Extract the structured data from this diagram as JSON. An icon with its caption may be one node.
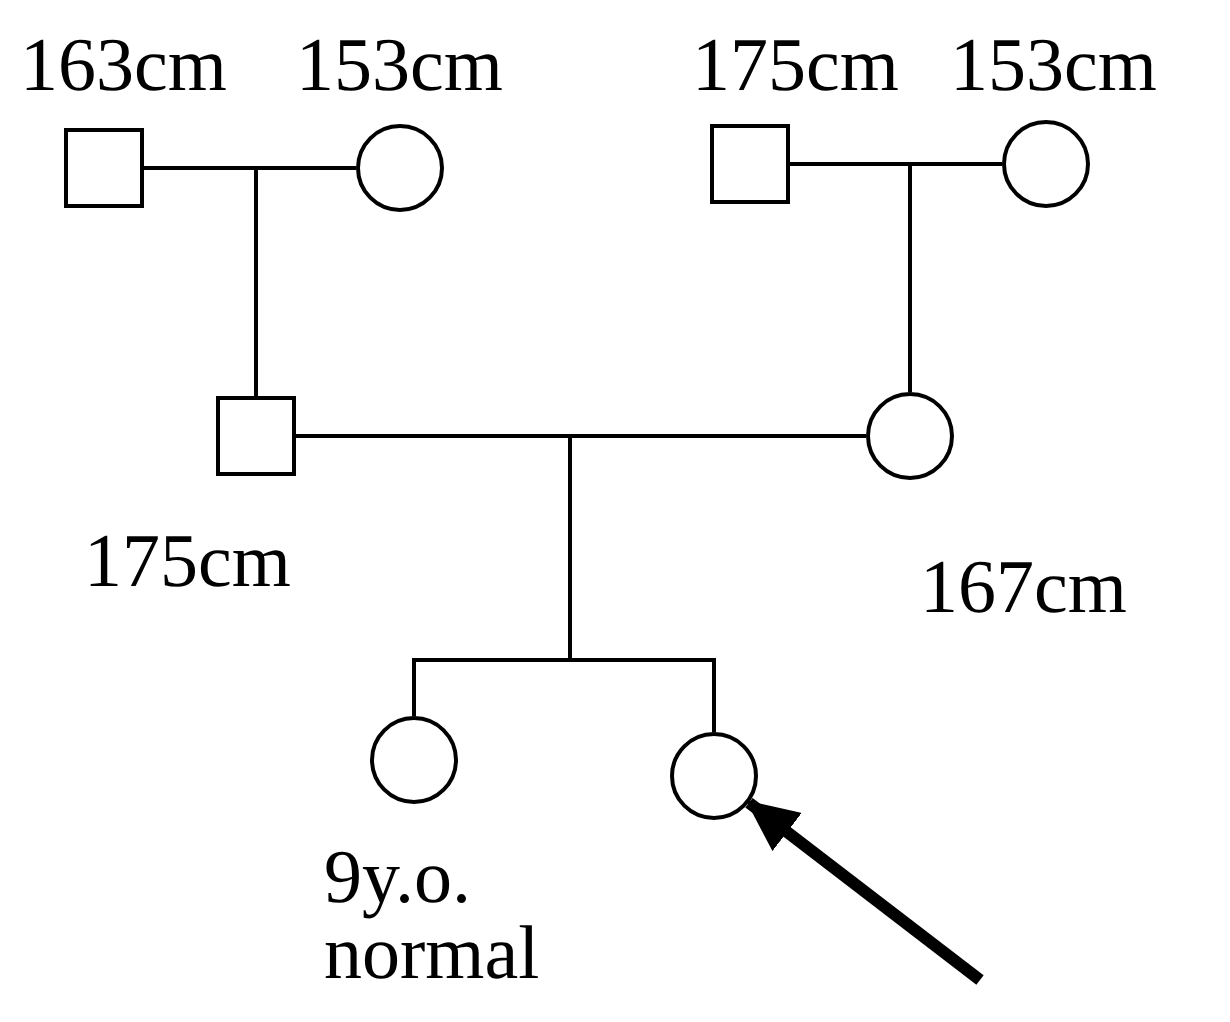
{
  "diagram": {
    "nodes": [
      {
        "text": [],
        "shape": "box",
        "beside": [
          "163cm"
        ]
      },
      {
        "text": [],
        "shape": "circle",
        "beside": [
          "153cm"
        ]
      },
      {
        "text": [],
        "shape": "box",
        "beside": [
          "175cm"
        ]
      },
      {
        "text": [],
        "shape": "circle",
        "beside": [
          "153cm"
        ]
      },
      {
        "text": [],
        "shape": "box",
        "beside": [
          "175cm"
        ]
      },
      {
        "text": [],
        "shape": "circle",
        "beside": [
          "167cm"
        ]
      },
      {
        "text": [],
        "shape": "circle",
        "beside": [
          "9y.o. normal"
        ]
      },
      {
        "text": [],
        "shape": "circle"
      }
    ],
    "edges": [
      {
        "from": 0,
        "to": 1,
        "arrow": "none"
      },
      {
        "from": 0,
        "to": 4,
        "arrow": "none"
      },
      {
        "from": 1,
        "to": 4,
        "arrow": "none"
      },
      {
        "from": 2,
        "to": 3,
        "arrow": "none"
      },
      {
        "from": 2,
        "to": 5,
        "arrow": "none"
      },
      {
        "from": 3,
        "to": 5,
        "arrow": "none"
      },
      {
        "from": 4,
        "to": 5,
        "arrow": "none"
      },
      {
        "from": 4,
        "to": 6,
        "arrow": "none"
      },
      {
        "from": 4,
        "to": 7,
        "arrow": "none"
      },
      {
        "from": 5,
        "to": 6,
        "arrow": "none"
      },
      {
        "from": 5,
        "to": 7,
        "arrow": "none"
      },
      {
        "from": null,
        "to": 7,
        "arrow": "to",
        "style": "thick"
      }
    ]
  }
}
